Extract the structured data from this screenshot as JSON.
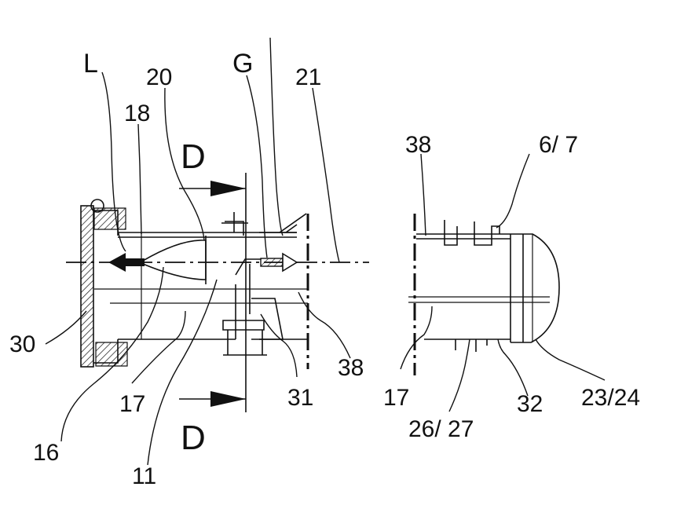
{
  "figure": {
    "section_letter_top": "D",
    "section_letter_bottom": "D"
  },
  "labels": {
    "L": "L",
    "n20": "20",
    "G": "G",
    "n21": "21",
    "n18": "18",
    "n38_right": "38",
    "n6_7": "6/ 7",
    "n30": "30",
    "n38_left": "38",
    "n17_left": "17",
    "n31": "31",
    "n17_right": "17",
    "n32": "32",
    "n23_24": "23/24",
    "n26_27": "26/ 27",
    "n16": "16",
    "n11": "11"
  },
  "colors": {
    "ink": "#111111",
    "background": "#ffffff"
  }
}
